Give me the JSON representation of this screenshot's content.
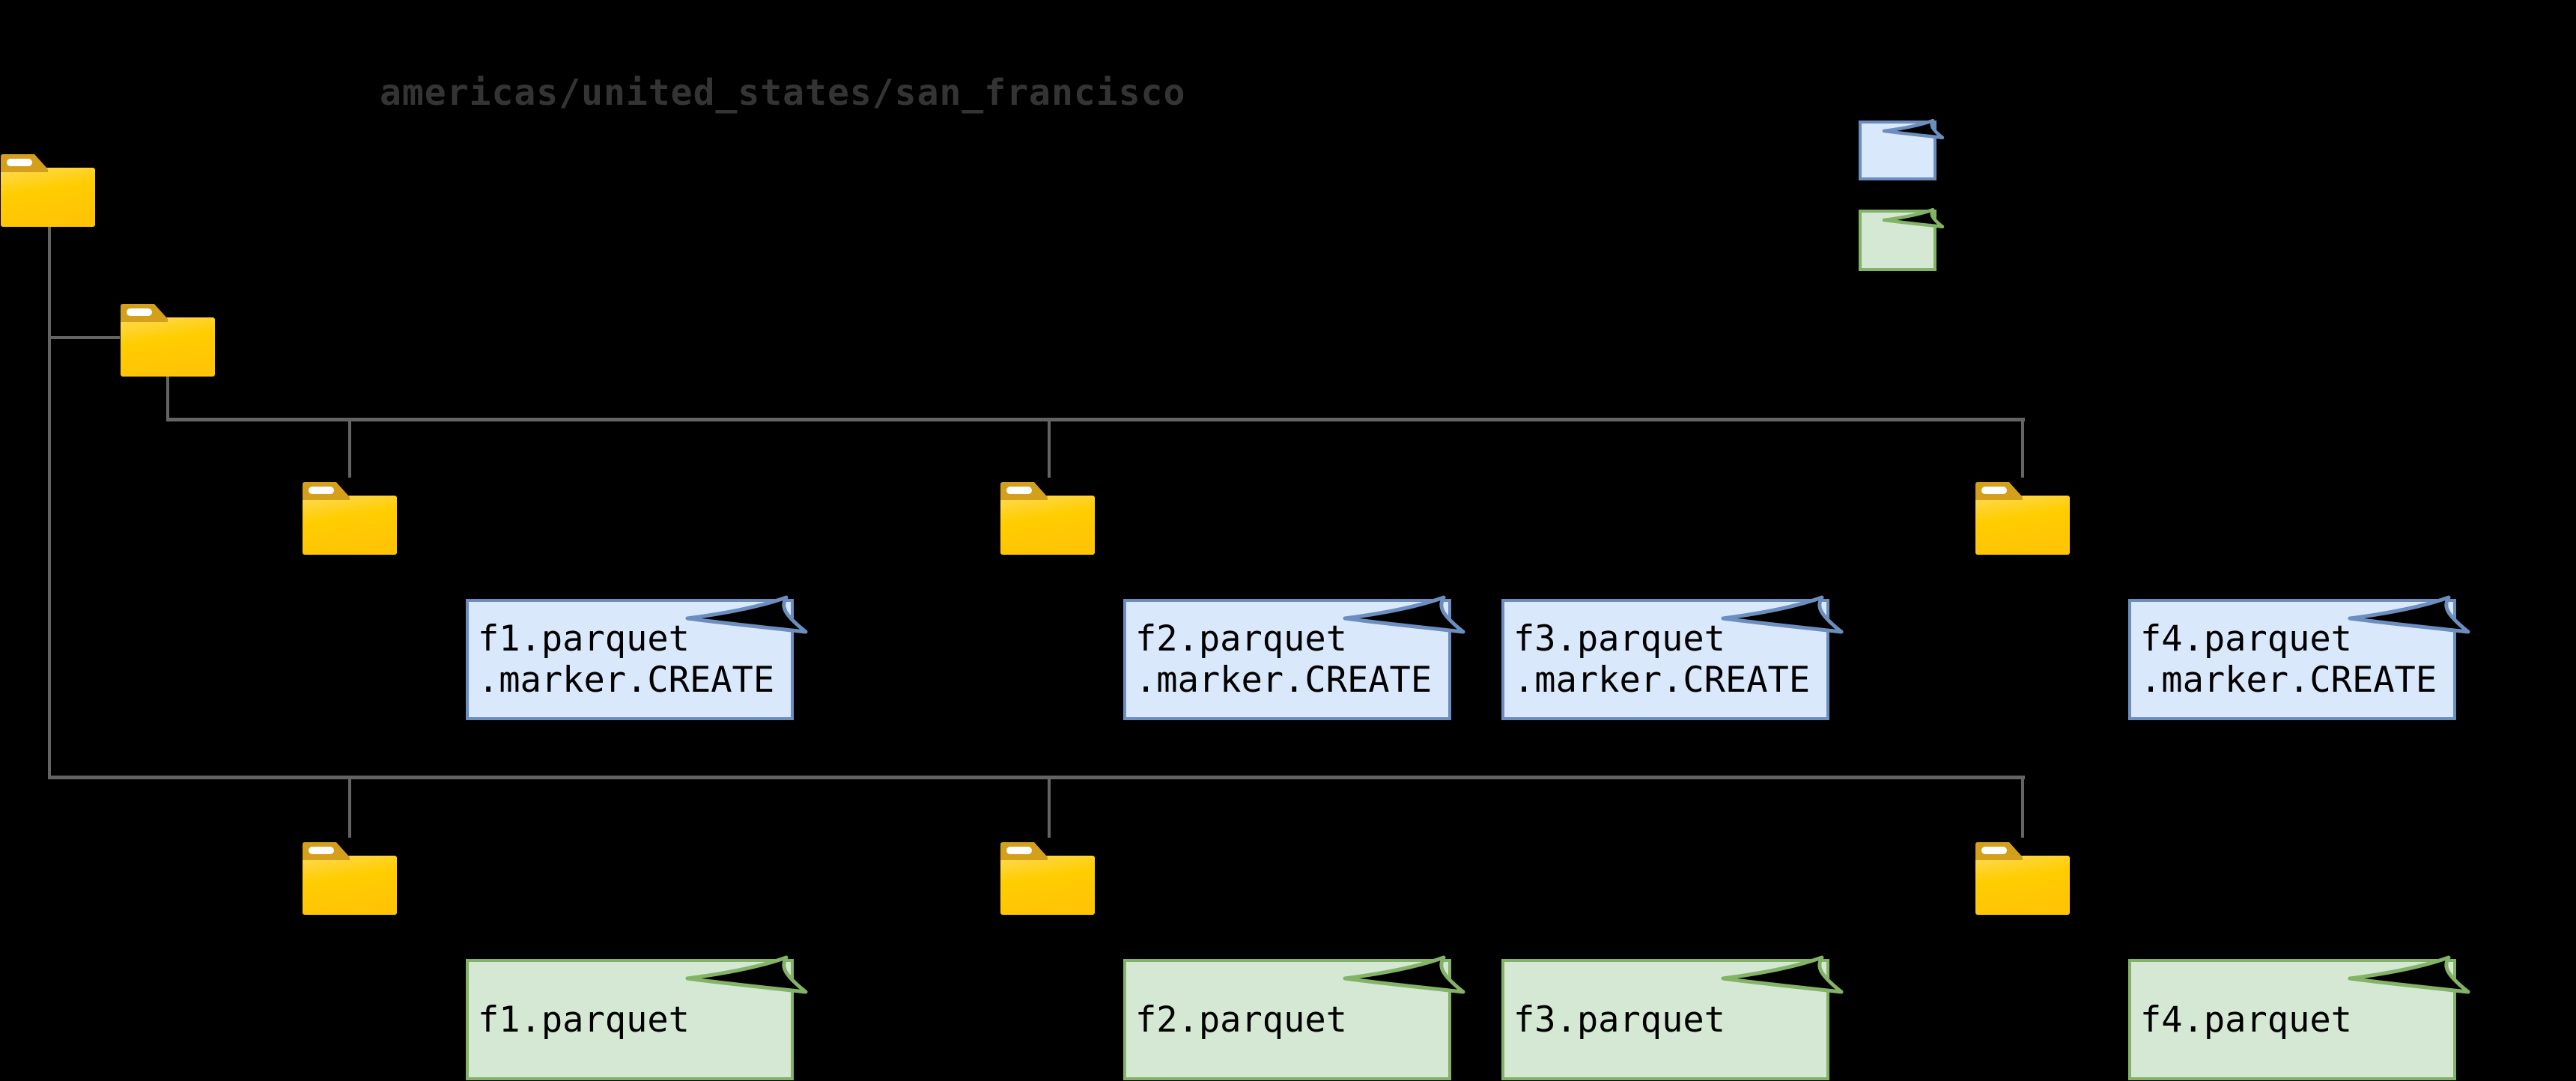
{
  "title": "americas/united_states/san_francisco",
  "colors": {
    "background": "#000000",
    "connector": "#646464",
    "title_text": "#343434",
    "folder_body_top": "#FFD955",
    "folder_body_mid": "#FFCD00",
    "folder_body_bottom": "#FFC406",
    "folder_tab": "#D4A01C",
    "folder_strip": "#FFFFFF",
    "marker_note_fill": "#DAE8FC",
    "marker_note_border": "#6C8EBF",
    "data_note_fill": "#D5E8D4",
    "data_note_border": "#82B366",
    "note_text": "#000000"
  },
  "legend": {
    "marker_icon": "blue-note-icon",
    "data_icon": "green-note-icon"
  },
  "marker_notes": [
    {
      "line1": "f1.parquet",
      "line2": ".marker.CREATE"
    },
    {
      "line1": "f2.parquet",
      "line2": ".marker.CREATE"
    },
    {
      "line1": "f3.parquet",
      "line2": ".marker.CREATE"
    },
    {
      "line1": "f4.parquet",
      "line2": ".marker.CREATE"
    }
  ],
  "data_notes": [
    {
      "label": "f1.parquet"
    },
    {
      "label": "f2.parquet"
    },
    {
      "label": "f3.parquet"
    },
    {
      "label": "f4.parquet"
    }
  ]
}
